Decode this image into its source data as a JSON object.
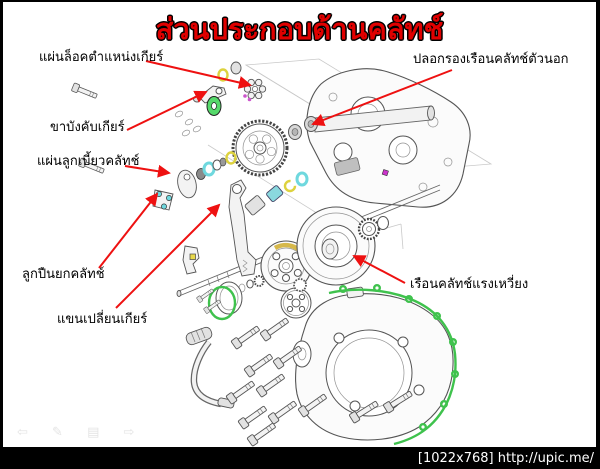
{
  "page": {
    "title": "ส่วนประกอบด้านคลัทช์"
  },
  "labels": {
    "gear_position_lock_plate": "แผ่นล็อคตำแหน่งเกียร์",
    "gear_control_arm": "ขาบังคับเกียร์",
    "clutch_cam_plate": "แผ่นลูกเบี้ยวคลัทช์",
    "clutch_lifter_bearing": "ลูกปืนยกคลัทช์",
    "gear_shift_arm": "แขนเปลี่ยนเกียร์",
    "outer_clutch_housing_sleeve": "ปลอกรองเรือนคลัทช์ตัวนอก",
    "centrifugal_clutch_housing": "เรือนคลัทช์แรงเหวี่ยง"
  },
  "nav_toolbar": {
    "prev_glyph": "⇦",
    "pen_glyph": "✎",
    "menu_glyph": "▤",
    "next_glyph": "⇨"
  },
  "footer": {
    "watermark": "[1022x768] http://upic.me/"
  },
  "colors": {
    "title_red": "#e00000",
    "arrow_red": "#ee1111",
    "gasket_green": "#3fc24d",
    "washer_green": "#55d96a",
    "ring_yellow": "#ddd23e",
    "bearing_cyan": "#6fd8de",
    "dot_magenta": "#cc33cc"
  }
}
